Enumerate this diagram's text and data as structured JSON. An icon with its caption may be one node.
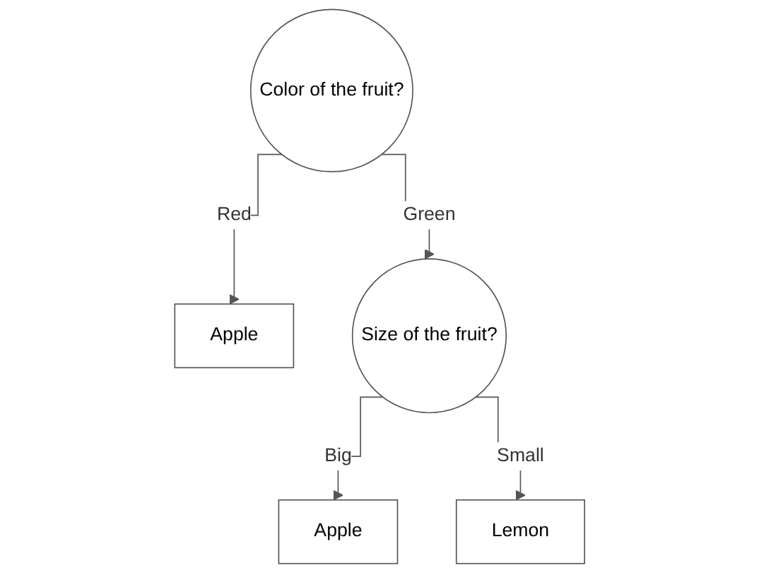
{
  "diagram": {
    "nodes": [
      {
        "text": [
          "Color of the fruit?"
        ]
      },
      {
        "text": [
          "Apple"
        ]
      },
      {
        "text": [
          "Size of the fruit?"
        ]
      },
      {
        "text": [
          "Apple"
        ]
      },
      {
        "text": [
          "Lemon"
        ]
      }
    ],
    "edges": [
      {
        "from": 0,
        "to": 1,
        "arrow": "to",
        "label": "Red"
      },
      {
        "from": 0,
        "to": 2,
        "arrow": "to",
        "label": "Green"
      },
      {
        "from": 2,
        "to": 3,
        "arrow": "to",
        "label": "Big"
      },
      {
        "from": 2,
        "to": 4,
        "arrow": "to",
        "label": "Small"
      }
    ]
  }
}
